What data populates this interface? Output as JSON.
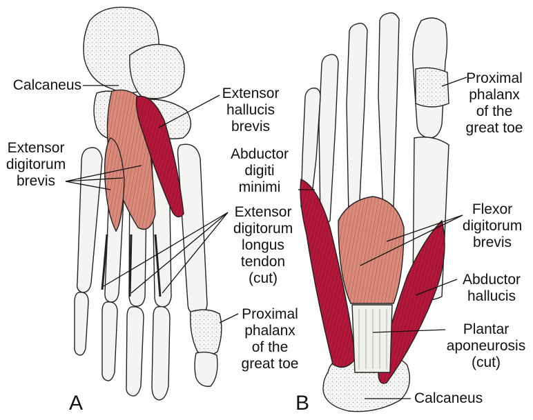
{
  "panels": [
    {
      "letter": "A"
    },
    {
      "letter": "B"
    }
  ],
  "labels_a": {
    "calcaneus": "Calcaneus",
    "ehb": "Extensor\nhallucis\nbrevis",
    "edb": "Extensor\ndigitorum\nbrevis",
    "edl": "Extensor\ndigitorum\nlongus\ntendon\n(cut)",
    "prox_phalanx": "Proximal\nphalanx\nof the\ngreat toe"
  },
  "labels_b": {
    "prox_phalanx": "Proximal\nphalanx\nof the\ngreat toe",
    "adm": "Abductor\ndigiti\nminimi",
    "fdb": "Flexor\ndigitorum\nbrevis",
    "ah": "Abductor\nhallucis",
    "plantar": "Plantar\naponeurosis\n(cut)",
    "calcaneus": "Calcaneus"
  },
  "colors": {
    "muscle_dark": "#b3173a",
    "muscle_light": "#d98a7a",
    "bone_fill": "#f4f4f2",
    "bone_stroke": "#222222"
  }
}
